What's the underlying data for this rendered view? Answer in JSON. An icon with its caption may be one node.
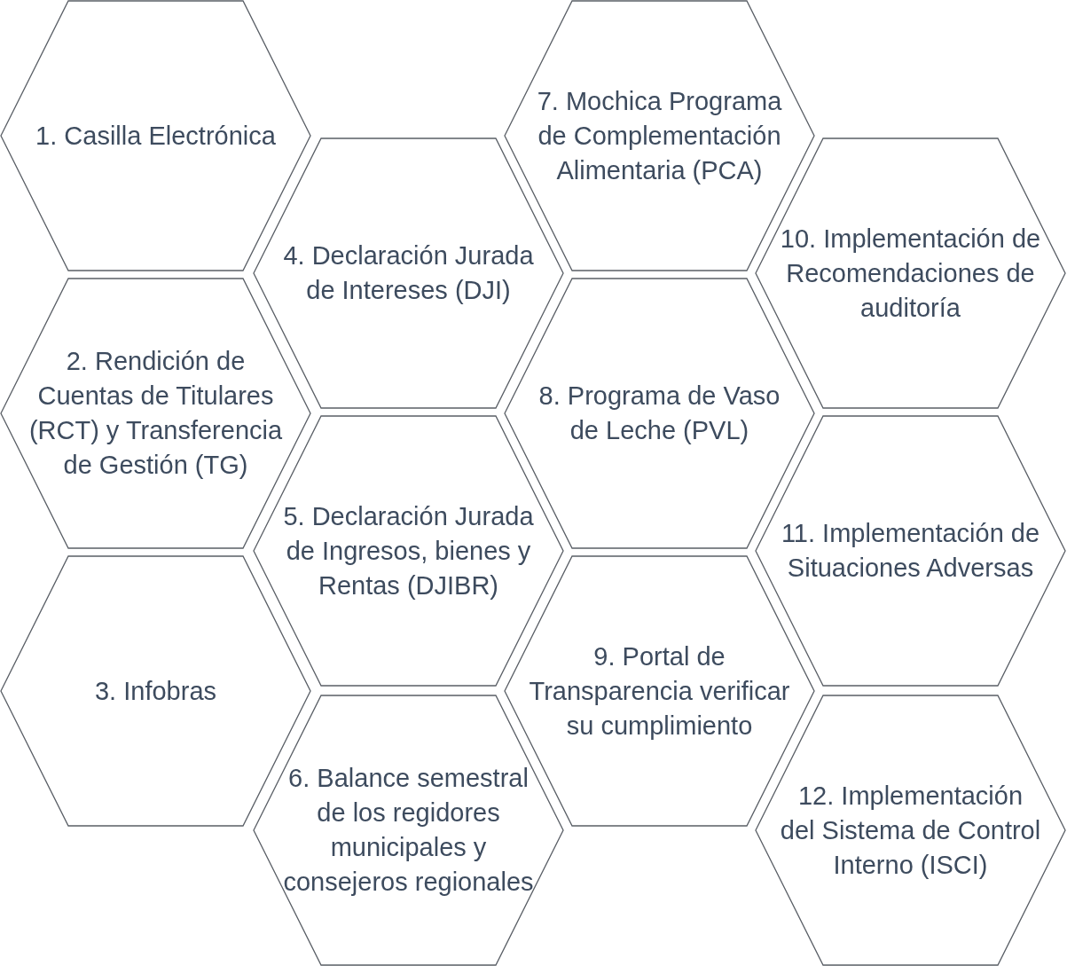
{
  "diagram": {
    "nodes": [
      {
        "text": [
          "1. Casilla Electrónica"
        ]
      },
      {
        "text": [
          "2. Rendición de Cuentas de Titulares (RCT) y Transferencia de Gestión (TG)"
        ]
      },
      {
        "text": [
          "3. Infobras"
        ]
      },
      {
        "text": [
          "4. Declaración Jurada de Intereses (DJI)"
        ]
      },
      {
        "text": [
          "5. Declaración Jurada de Ingresos, bienes y Rentas (DJIBR)"
        ]
      },
      {
        "text": [
          "6. Balance semestral de los regidores municipales y consejeros regionales"
        ]
      },
      {
        "text": [
          "7. Mochica Programa de Complementación Alimentaria (PCA)"
        ]
      },
      {
        "text": [
          "8. Programa de Vaso de Leche (PVL)"
        ]
      },
      {
        "text": [
          "9. Portal de Transparencia verificar su cumplimiento"
        ]
      },
      {
        "text": [
          "10. Implementación de Recomendaciones de auditoría"
        ]
      },
      {
        "text": [
          "11. Implementación de Situaciones Adversas"
        ]
      },
      {
        "text": [
          "12. Implementación del Sistema de Control Interno (ISCI)"
        ]
      }
    ]
  }
}
